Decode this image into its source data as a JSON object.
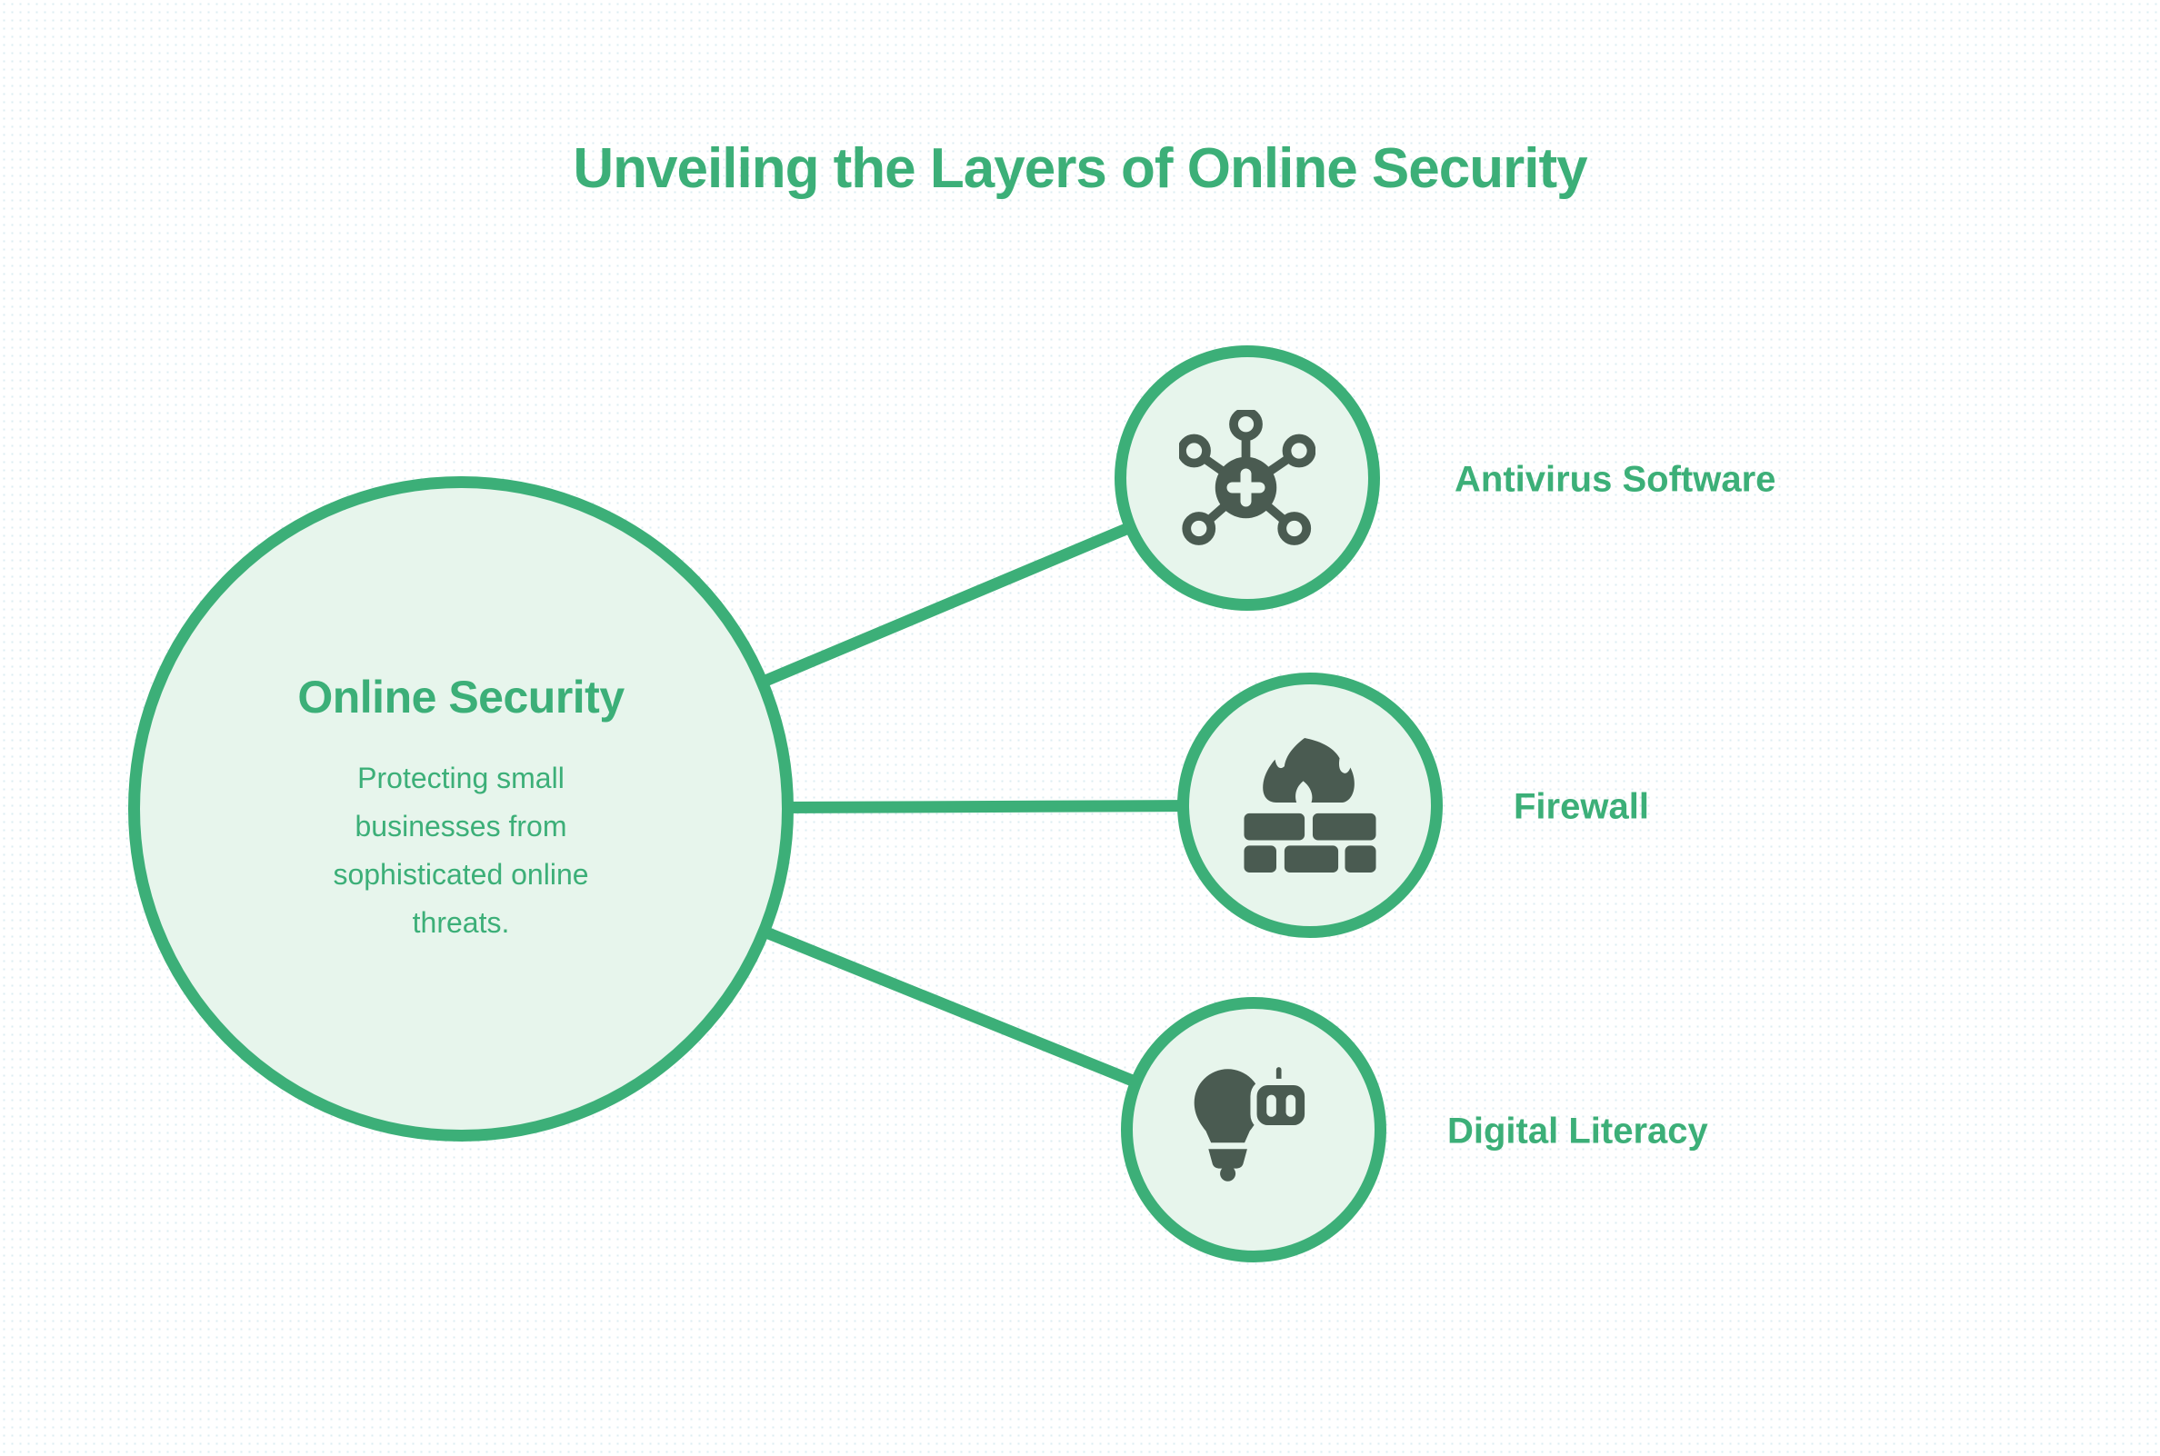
{
  "title": "Unveiling the Layers of Online Security",
  "center": {
    "heading": "Online Security",
    "description": "Protecting small businesses from sophisticated online threats."
  },
  "nodes": [
    {
      "label": "Antivirus Software",
      "icon": "virus-plus-icon"
    },
    {
      "label": "Firewall",
      "icon": "flame-brick-wall-icon"
    },
    {
      "label": "Digital Literacy",
      "icon": "lightbulb-robot-icon"
    }
  ],
  "colors": {
    "accent_green": "#3caf78",
    "circle_fill": "#e7f5ec",
    "icon_dark": "#4a5b51",
    "background_dot": "#dcedf2",
    "background": "#ffffff"
  }
}
